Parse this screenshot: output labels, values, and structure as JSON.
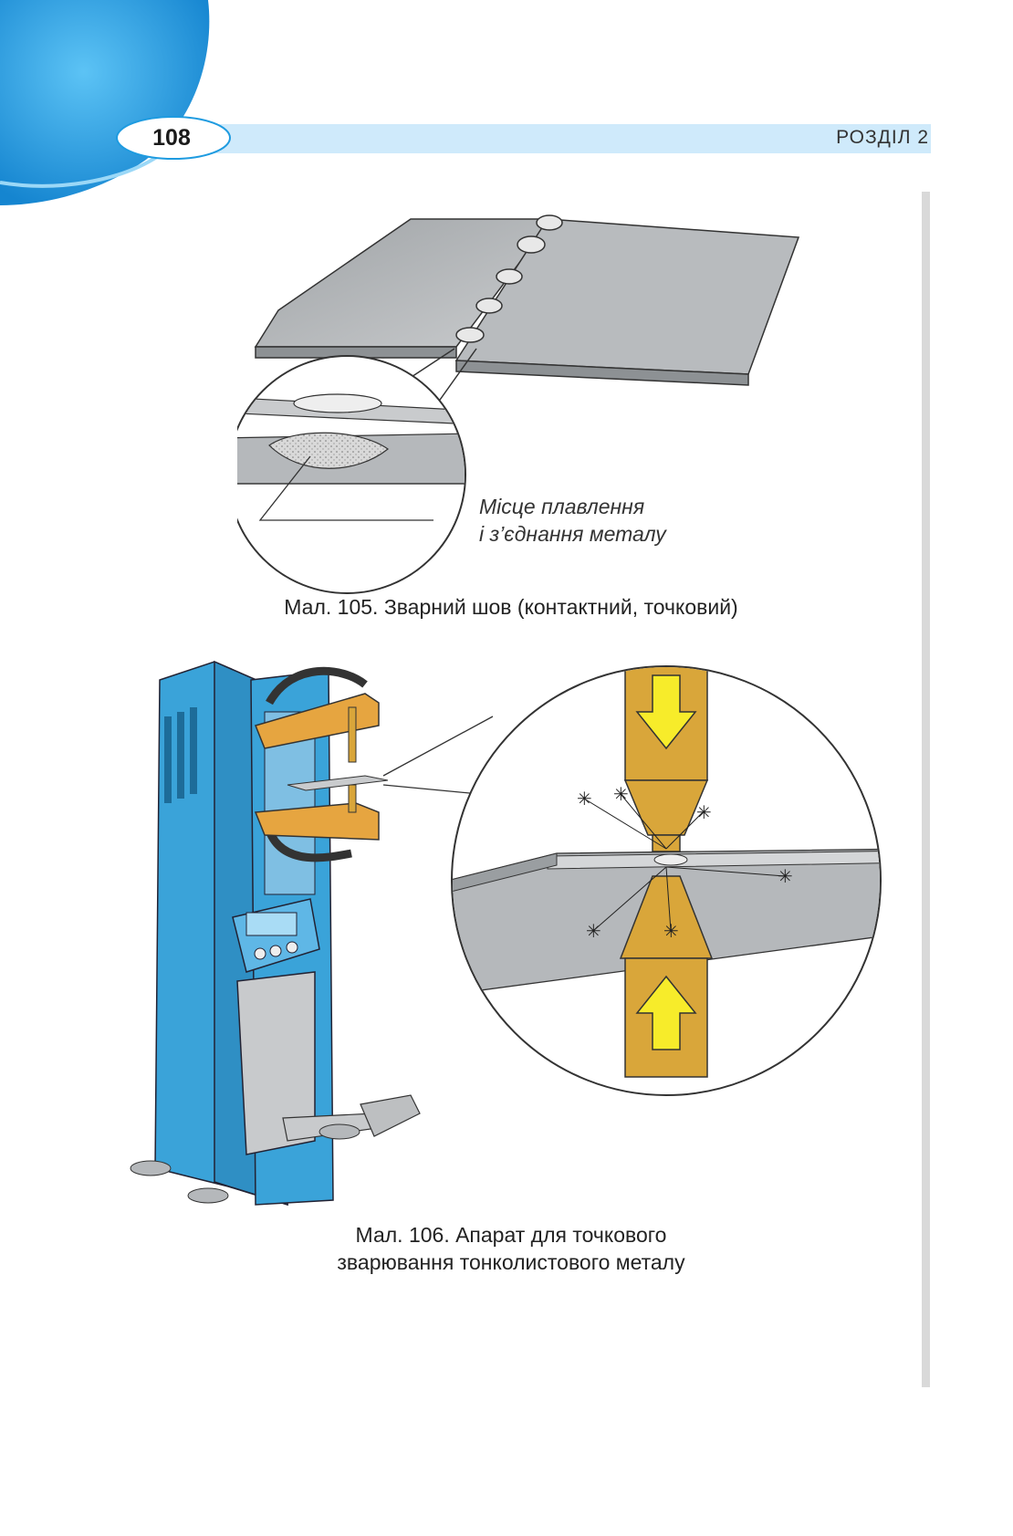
{
  "header": {
    "page_number": "108",
    "section": "РОЗДІЛ 2"
  },
  "figure105": {
    "callout_line1": "Місце плавлення",
    "callout_line2": "і з’єднання металу",
    "caption": "Мал. 105. Зварний шов (контактний, точковий)"
  },
  "figure106": {
    "caption_line1": "Мал. 106. Апарат для точкового",
    "caption_line2": "зварювання тонколистового металу"
  },
  "colors": {
    "header_blue": "#1e9be0",
    "header_light": "#cfeafb",
    "machine_blue": "#3aa3d9",
    "arm_orange": "#e6a540",
    "electrode_gold": "#d9a63a",
    "arrow_yellow": "#f7ec2a",
    "metal_gray": "#b5b8bb"
  }
}
